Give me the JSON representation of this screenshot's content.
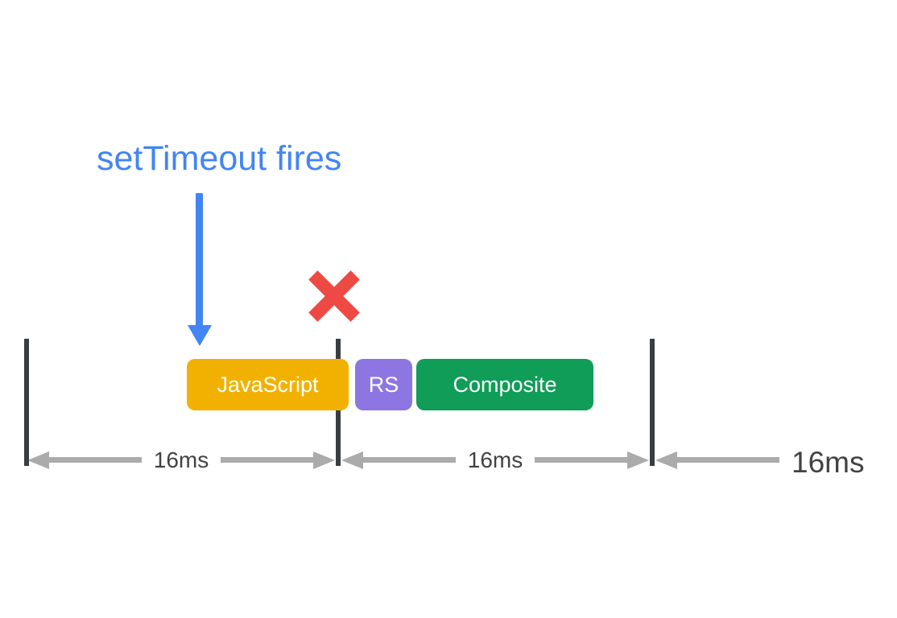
{
  "annotation": {
    "label": "setTimeout fires"
  },
  "frame_tasks": [
    {
      "label": "JavaScript",
      "color_key": "yellow"
    },
    {
      "label": "RS",
      "color_key": "purple"
    },
    {
      "label": "Composite",
      "color_key": "green"
    }
  ],
  "intervals": [
    {
      "label": "16ms"
    },
    {
      "label": "16ms"
    },
    {
      "label": "16ms",
      "visible_portion": "16"
    }
  ],
  "icons": {
    "settimeout_pointer": "down-arrow-icon",
    "missed_frame": "x-mark-icon",
    "interval_arrows": "double-headed-arrow"
  },
  "colors": {
    "blue": "#4285F4",
    "red": "#EF4943",
    "yellow": "#F2B101",
    "purple": "#8D76E2",
    "green": "#0F9D58",
    "gray_arrow": "#ABABAB",
    "tick": "#3A3D40",
    "label_text": "#424242"
  }
}
